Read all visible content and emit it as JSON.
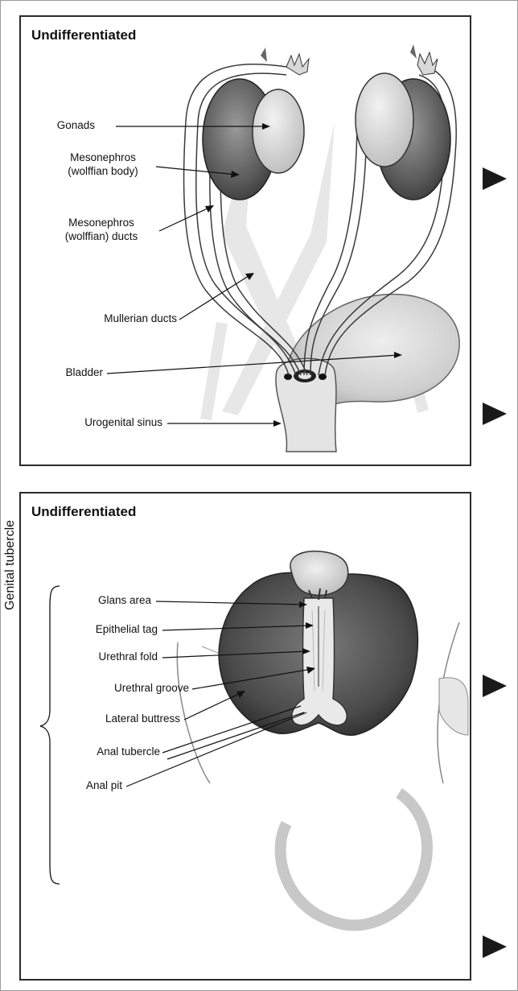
{
  "panels": [
    {
      "title": "Undifferentiated",
      "labels": {
        "gonads": "Gonads",
        "mesonephros_1": "Mesonephros",
        "mesonephros_2": "(wolffian body)",
        "ducts_1": "Mesonephros",
        "ducts_2": "(wolffian) ducts",
        "mullerian": "Mullerian ducts",
        "bladder": "Bladder",
        "urogenital": "Urogenital sinus"
      }
    },
    {
      "title": "Undifferentiated",
      "group_label": "Genital tubercle",
      "labels": {
        "glans": "Glans area",
        "epithelial": "Epithelial tag",
        "urethral_fold": "Urethral fold",
        "urethral_groove": "Urethral groove",
        "lateral_buttress": "Lateral buttress",
        "anal_tubercle": "Anal tubercle",
        "anal_pit": "Anal pit"
      }
    }
  ],
  "icons": {
    "navigation": [
      "play-arrow-icon",
      "play-arrow-icon",
      "play-arrow-icon",
      "play-arrow-icon"
    ]
  }
}
